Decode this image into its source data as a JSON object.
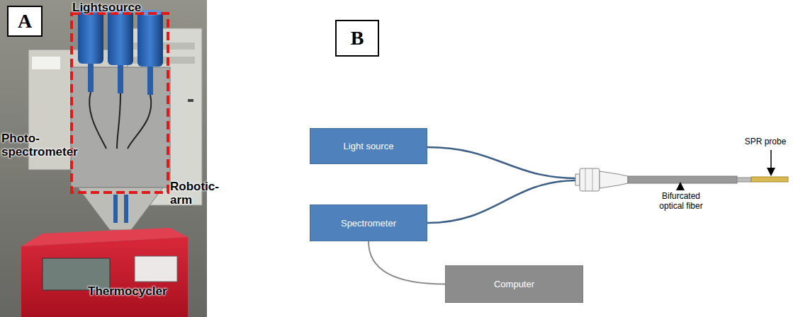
{
  "diagram": {
    "nodes": [
      {
        "text": [
          "A"
        ]
      },
      {
        "text": [
          "B"
        ]
      },
      {
        "text": [
          "Light source"
        ]
      },
      {
        "text": [
          "Spectrometer"
        ]
      },
      {
        "text": [
          "Computer"
        ]
      }
    ],
    "edges": [
      {
        "from": 3,
        "to": 4,
        "arrow": "none"
      }
    ],
    "labels": [
      "Lightsource",
      "Photo- spectrometer",
      "Robotic- arm",
      "Thermocycler",
      "Bifurcated optical fiber",
      "SPR probe"
    ]
  }
}
